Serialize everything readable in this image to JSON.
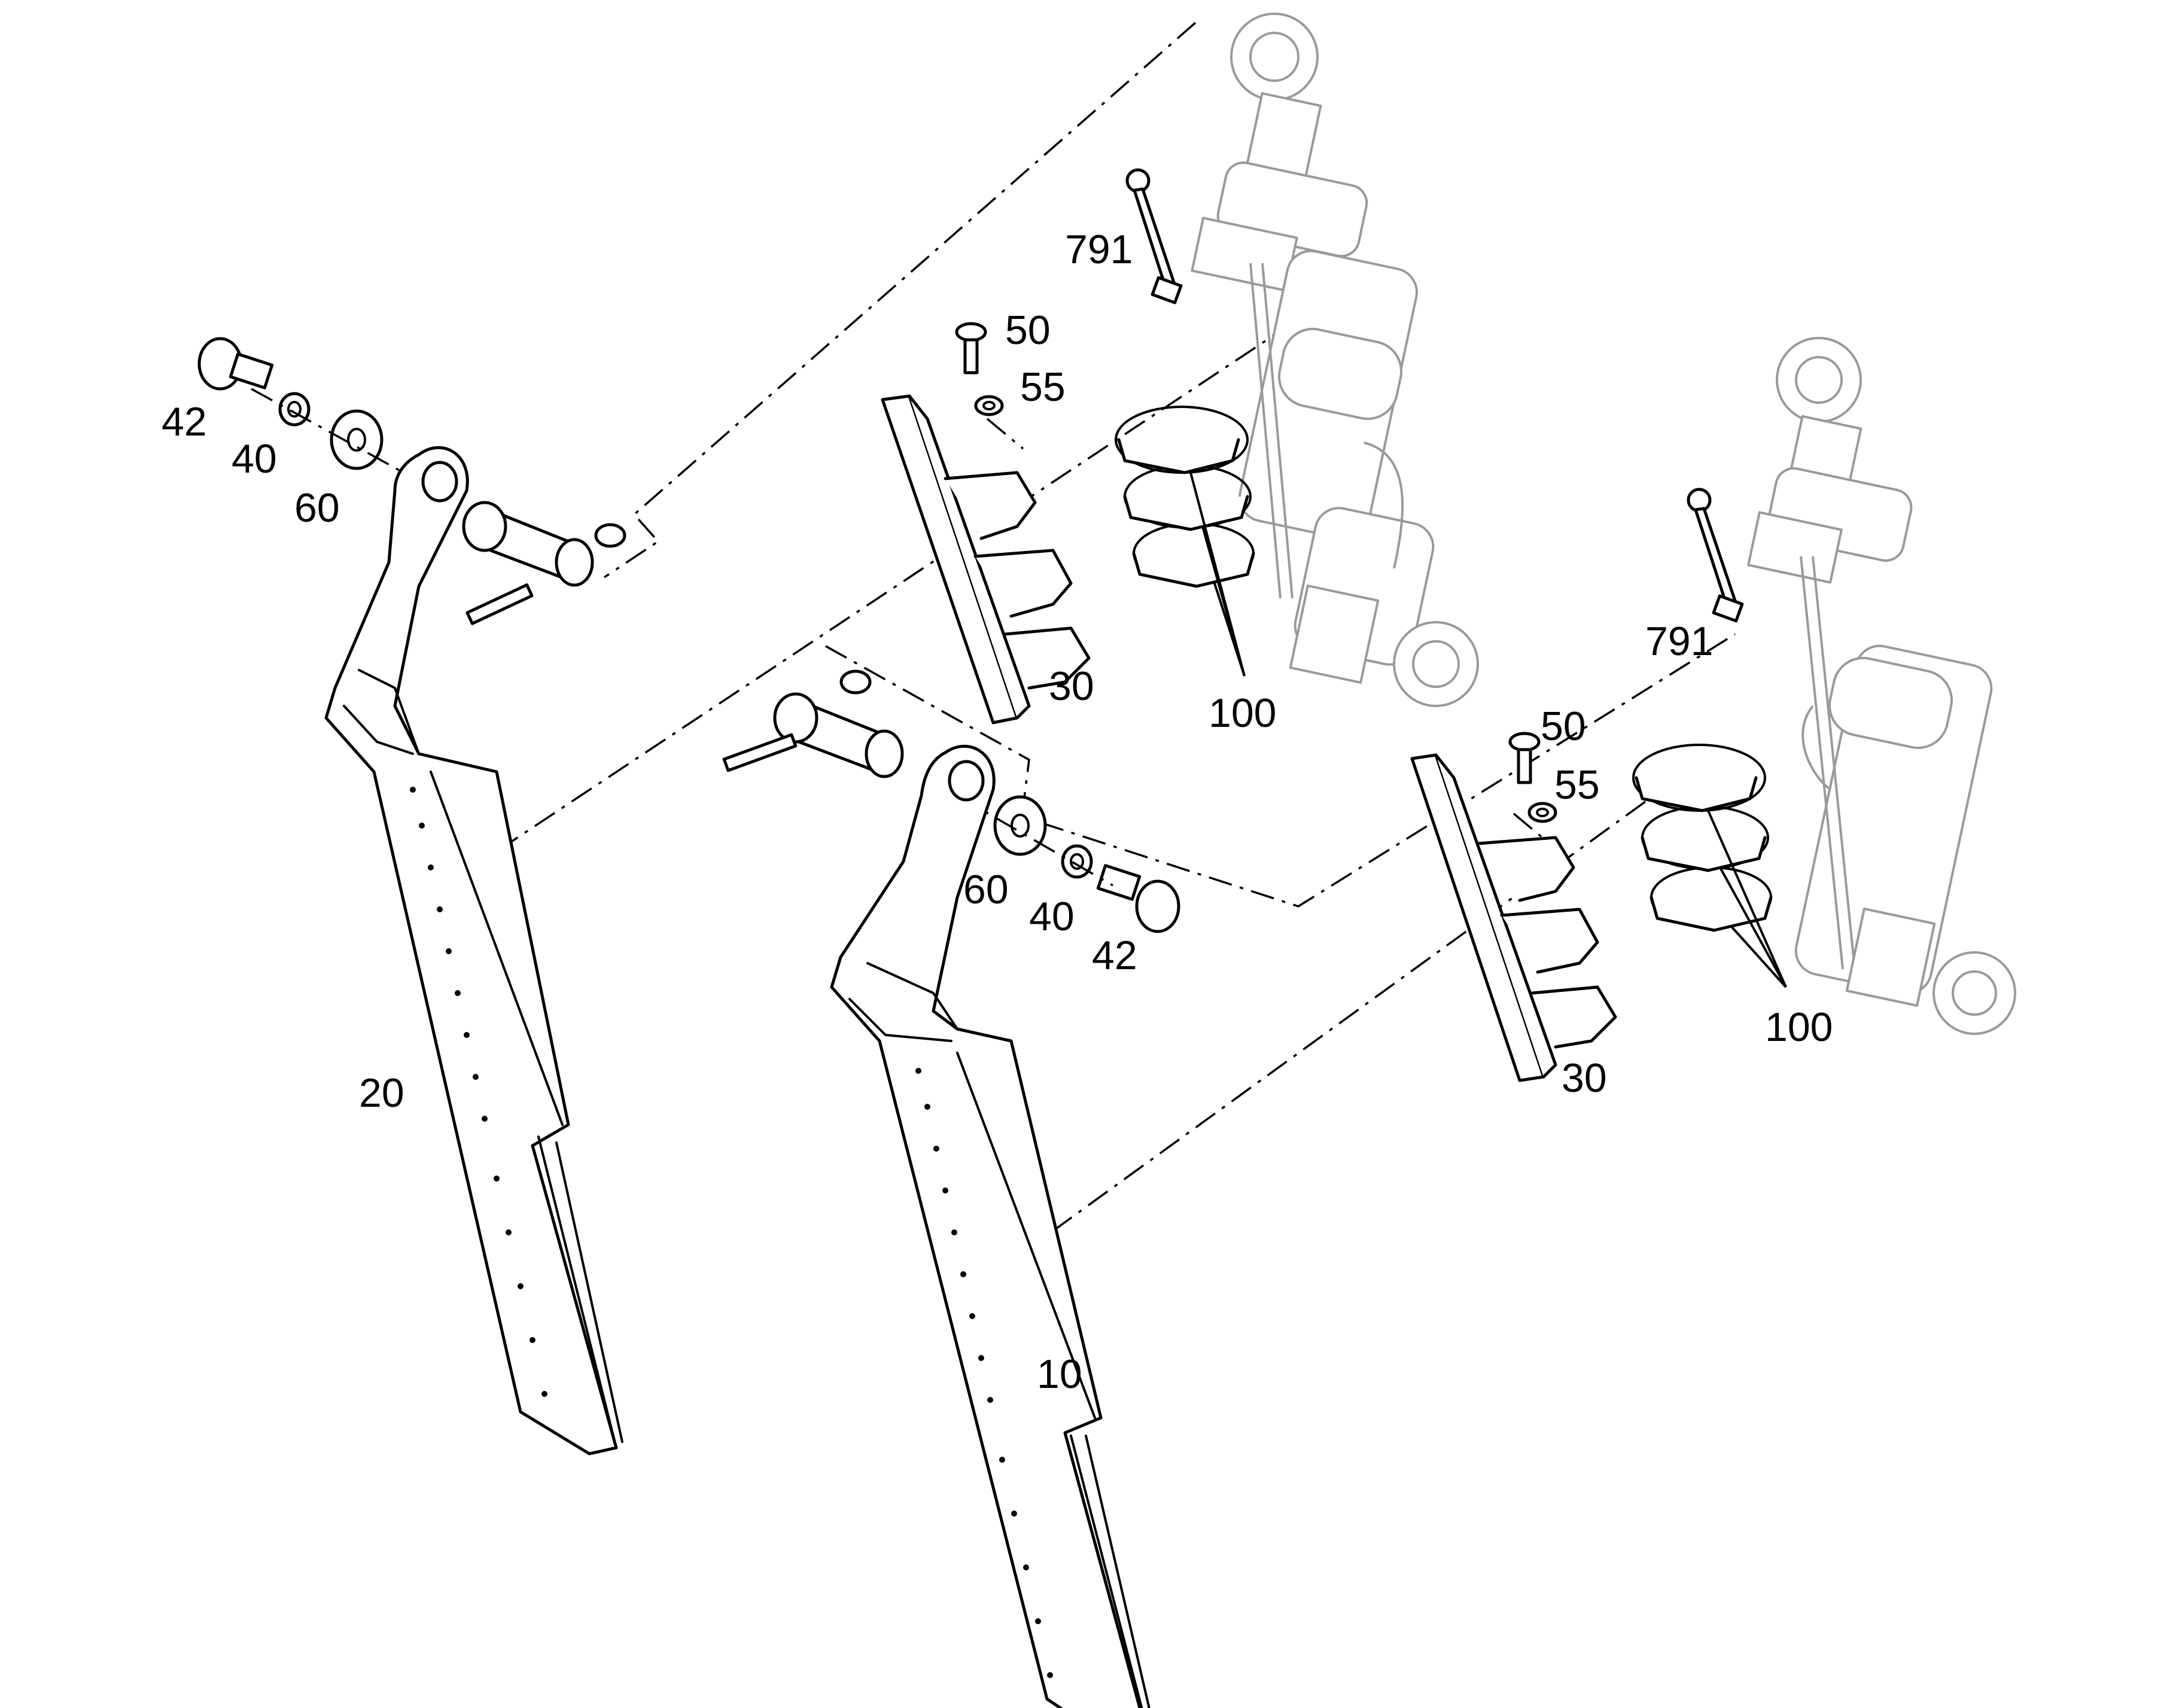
{
  "callouts": {
    "c791a": "791",
    "c50a": "50",
    "c55a": "55",
    "c42a": "42",
    "c40a": "40",
    "c60a": "60",
    "c30a": "30",
    "c100a": "100",
    "c791b": "791",
    "c50b": "50",
    "c55b": "55",
    "c60b": "60",
    "c40b": "40",
    "c42b": "42",
    "c100b": "100",
    "c30b": "30",
    "c20": "20",
    "c10": "10"
  },
  "colors": {
    "line": "#000000",
    "ghost": "#9a9a9a",
    "background": "#ffffff"
  }
}
